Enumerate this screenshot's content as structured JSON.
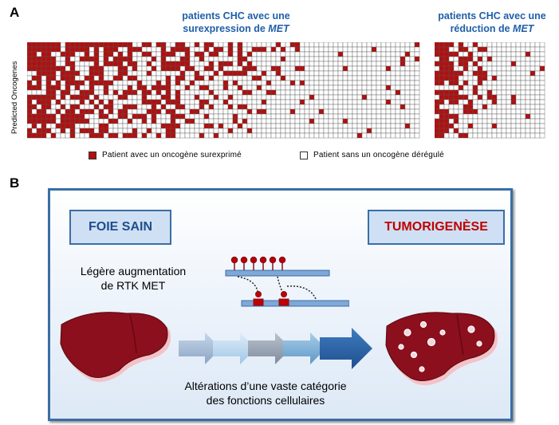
{
  "panel_a": {
    "letter": "A",
    "group_left_title_line1": "patients CHC avec une",
    "group_left_title_line2_prefix": "surexpression de ",
    "group_left_title_gene": "MET",
    "group_right_title_line1": "patients CHC avec une",
    "group_right_title_line2_prefix": "réduction de ",
    "group_right_title_gene": "MET",
    "y_axis_label": "Predicted Oncogenes",
    "legend_overexpressed": "Patient avec un oncogène surexprimé",
    "legend_none": "Patient sans un oncogène dérégulé",
    "colors": {
      "overexpressed": "#b01010",
      "none": "#ffffff",
      "grid": "#444444"
    }
  },
  "panel_b": {
    "letter": "B",
    "healthy_liver_label": "FOIE SAIN",
    "tumor_label": "TUMORIGENÈSE",
    "met_increase_line1": "Légère augmentation",
    "met_increase_line2": "de RTK MET",
    "alterations_line1": "Altérations d’une vaste catégorie",
    "alterations_line2": "des fonctions cellulaires",
    "colors": {
      "tumor_text": "#c00000",
      "healthy_text": "#1f4e8c",
      "liver": "#8b0f1c",
      "arrow_dark": "#1f5aa0"
    }
  }
}
